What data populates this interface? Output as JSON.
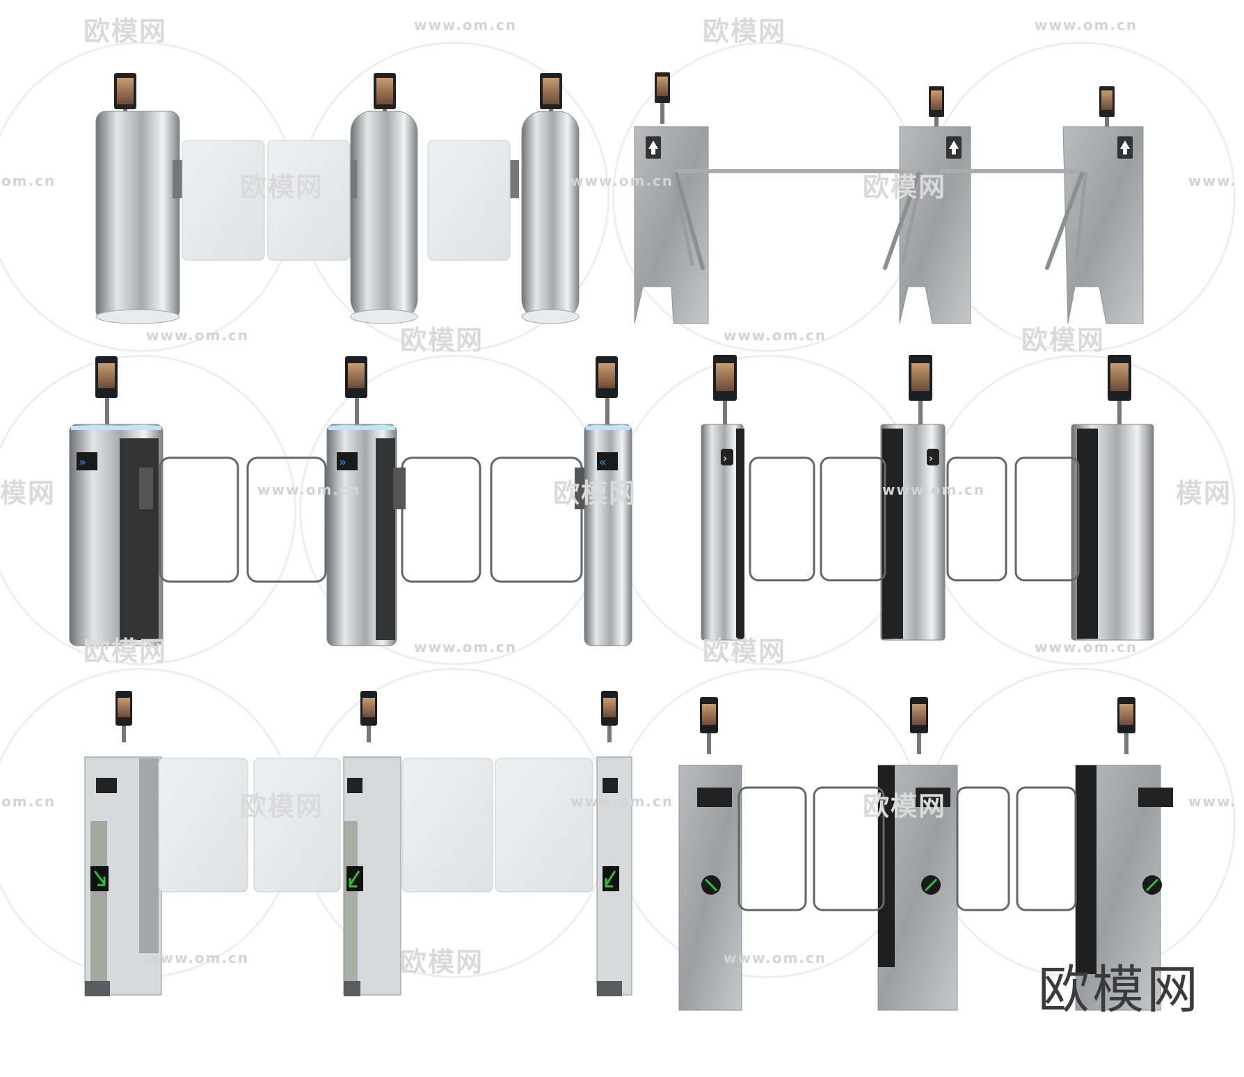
{
  "watermarks": {
    "logo_text": "欧模网",
    "url_text": "www.om.cn",
    "partial_url_text": "om.cn",
    "partial_logo_text": "模网",
    "partial_url_text_right": "www."
  },
  "brand_mark": "欧模网",
  "colors": {
    "steel_dark": "#6f7275",
    "steel_mid": "#a7aaad",
    "steel_light": "#e4e6e8",
    "glass": "#e8eaeb",
    "glass_edge": "#c9cccf",
    "screen_dark": "#1c1f22",
    "arrow_green": "#2fbf3b",
    "arrow_blue": "#2e8fe0",
    "gate_black": "#222222"
  }
}
